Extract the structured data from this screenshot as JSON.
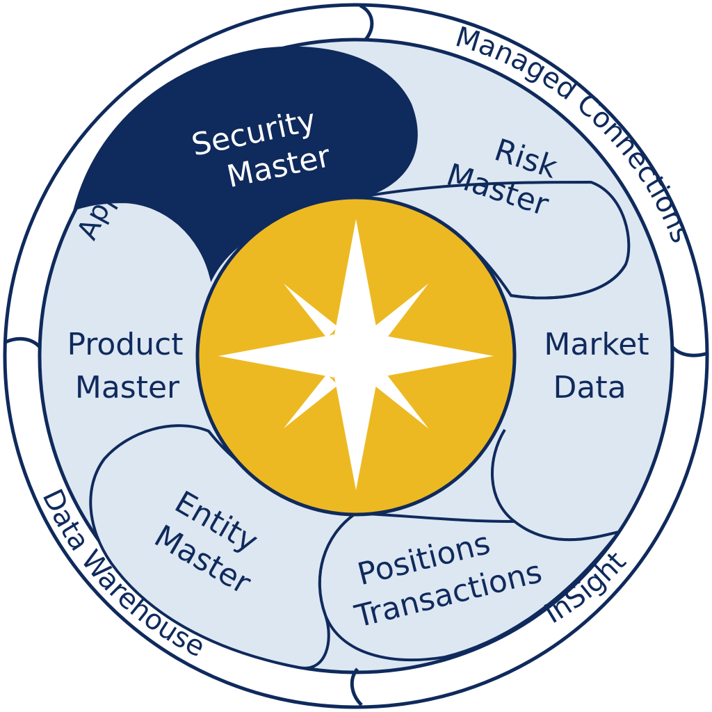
{
  "colors": {
    "navy": "#0f2a5c",
    "light_blue": "#dde7f2",
    "gold": "#edb922",
    "white": "#ffffff"
  },
  "ring": {
    "top_left": "Application Services",
    "top_right": "Managed Connections",
    "bottom_left": "Data Warehouse",
    "bottom_right": "InSight"
  },
  "segments": {
    "security_master": {
      "line1": "Security",
      "line2": "Master"
    },
    "risk_master": {
      "line1": "Risk",
      "line2": "Master"
    },
    "market_data": {
      "line1": "Market",
      "line2": "Data"
    },
    "positions_transactions": {
      "line1": "Positions",
      "line2": "Transactions"
    },
    "entity_master": {
      "line1": "Entity",
      "line2": "Master"
    },
    "product_master": {
      "line1": "Product",
      "line2": "Master"
    }
  },
  "center": {
    "icon": "compass-star-icon"
  }
}
